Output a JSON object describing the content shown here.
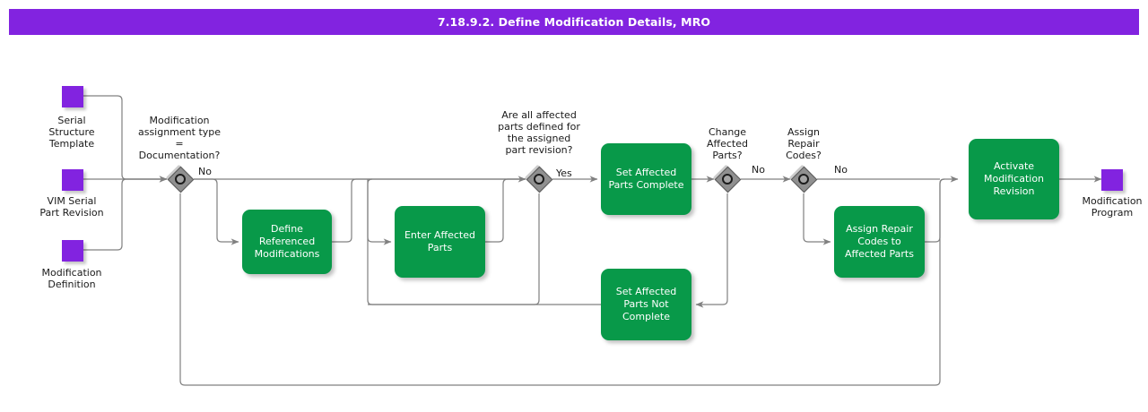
{
  "header": {
    "title": "7.18.9.2. Define Modification Details, MRO",
    "bar_color": "#8223e0",
    "text_color": "#ffffff"
  },
  "palette": {
    "event_purple": "#8223e0",
    "task_green": "#089949",
    "gateway_gray": "#909090",
    "connector_gray": "#808080",
    "text_dark": "#1a1a1a",
    "task_text": "#ffffff"
  },
  "diagram": {
    "type": "bpmn-process-flow",
    "start_events": [
      {
        "id": "serial-structure-template",
        "label": "Serial\nStructure\nTemplate",
        "shape": "data-object-square",
        "color": "#8223e0"
      },
      {
        "id": "vim-serial-part-revision",
        "label": "VIM Serial\nPart Revision",
        "shape": "data-object-square",
        "color": "#8223e0"
      },
      {
        "id": "modification-definition",
        "label": "Modification\nDefinition",
        "shape": "data-object-square",
        "color": "#8223e0"
      }
    ],
    "end_events": [
      {
        "id": "modification-program",
        "label": "Modification\nProgram",
        "shape": "data-object-square",
        "color": "#8223e0"
      }
    ],
    "gateways": [
      {
        "id": "gw-modification-assignment-type",
        "label": "Modification\nassignment type\n=\nDocumentation?",
        "outgoing_label": "No"
      },
      {
        "id": "gw-all-affected-parts-defined",
        "label": "Are all affected\nparts defined for\nthe assigned\npart revision?",
        "outgoing_label": "Yes"
      },
      {
        "id": "gw-change-affected-parts",
        "label": "Change\nAffected\nParts?",
        "outgoing_label": "No"
      },
      {
        "id": "gw-assign-repair-codes",
        "label": "Assign\nRepair\nCodes?",
        "outgoing_label": "No"
      }
    ],
    "tasks": [
      {
        "id": "define-referenced-modifications",
        "label": "Define\nReferenced\nModifications"
      },
      {
        "id": "enter-affected-parts",
        "label": "Enter Affected\nParts"
      },
      {
        "id": "set-affected-parts-complete",
        "label": "Set Affected\nParts Complete"
      },
      {
        "id": "set-affected-parts-not-complete",
        "label": "Set Affected\nParts Not\nComplete"
      },
      {
        "id": "assign-repair-codes-to-affected-parts",
        "label": "Assign Repair\nCodes to\nAffected Parts"
      },
      {
        "id": "activate-modification-revision",
        "label": "Activate\nModification\nRevision"
      }
    ],
    "flow_labels": [
      {
        "id": "flow-no-1",
        "text": "No"
      },
      {
        "id": "flow-yes-1",
        "text": "Yes"
      },
      {
        "id": "flow-no-2",
        "text": "No"
      },
      {
        "id": "flow-no-3",
        "text": "No"
      }
    ]
  }
}
